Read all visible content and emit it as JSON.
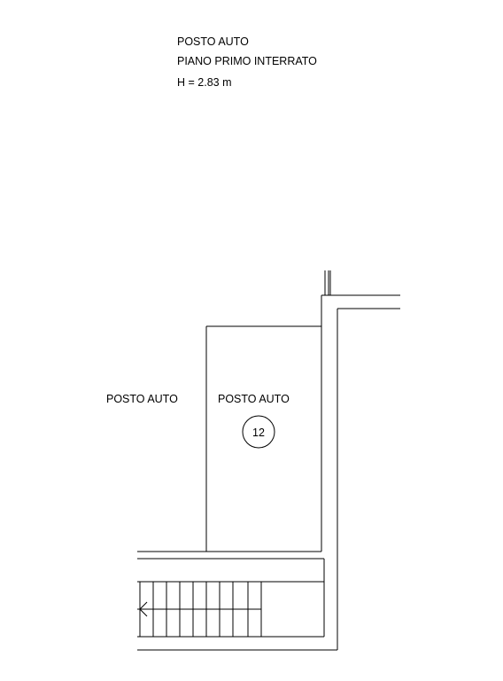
{
  "header": {
    "line1": "POSTO AUTO",
    "line2": "PIANO PRIMO INTERRATO",
    "line3": "H = 2.83 m"
  },
  "labels": {
    "left_space": "POSTO AUTO",
    "right_space": "POSTO AUTO",
    "space_number": "12"
  },
  "colors": {
    "ink": "#000000",
    "background": "#ffffff"
  }
}
